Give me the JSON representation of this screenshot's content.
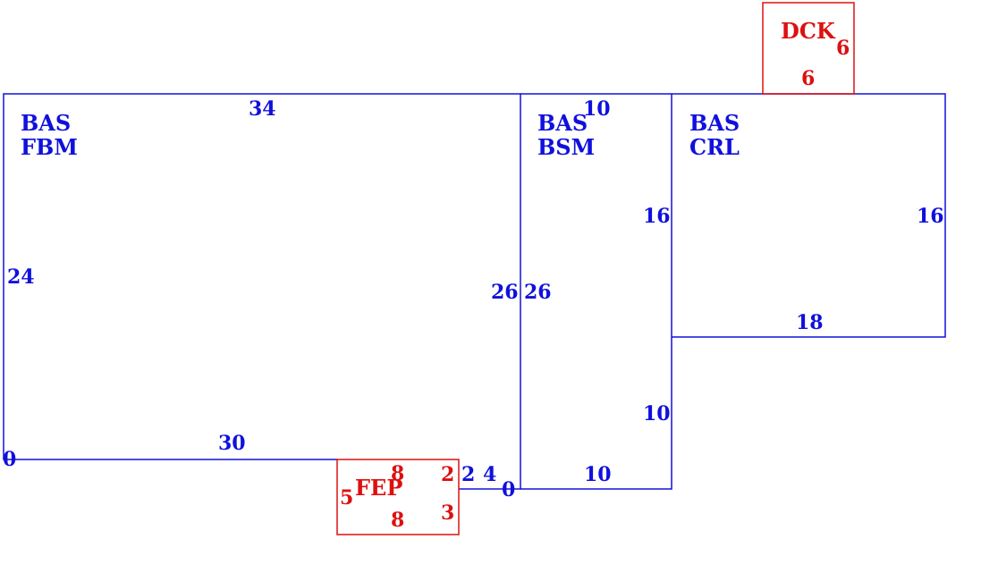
{
  "colors": {
    "main": "#1010dd",
    "secondary": "#dd1010"
  },
  "areas": {
    "fbm": {
      "line1": "BAS",
      "line2": "FBM",
      "dims": {
        "top": "34",
        "left": "24",
        "right": "26",
        "bottom": "30",
        "corner": "0",
        "step_a": "2",
        "step_b": "4"
      }
    },
    "bsm": {
      "line1": "BAS",
      "line2": "BSM",
      "dims": {
        "top": "10",
        "left": "26",
        "right_upper": "16",
        "right_lower": "10",
        "bottom": "10",
        "corner": "0"
      }
    },
    "crl": {
      "line1": "BAS",
      "line2": "CRL",
      "dims": {
        "right": "16",
        "bottom": "18"
      }
    },
    "dck": {
      "label": "DCK",
      "dims": {
        "right": "6",
        "bottom": "6"
      }
    },
    "fep": {
      "label": "FEP",
      "dims": {
        "left": "5",
        "top": "8",
        "bottom": "8",
        "right_upper": "2",
        "right_lower": "3"
      }
    }
  }
}
